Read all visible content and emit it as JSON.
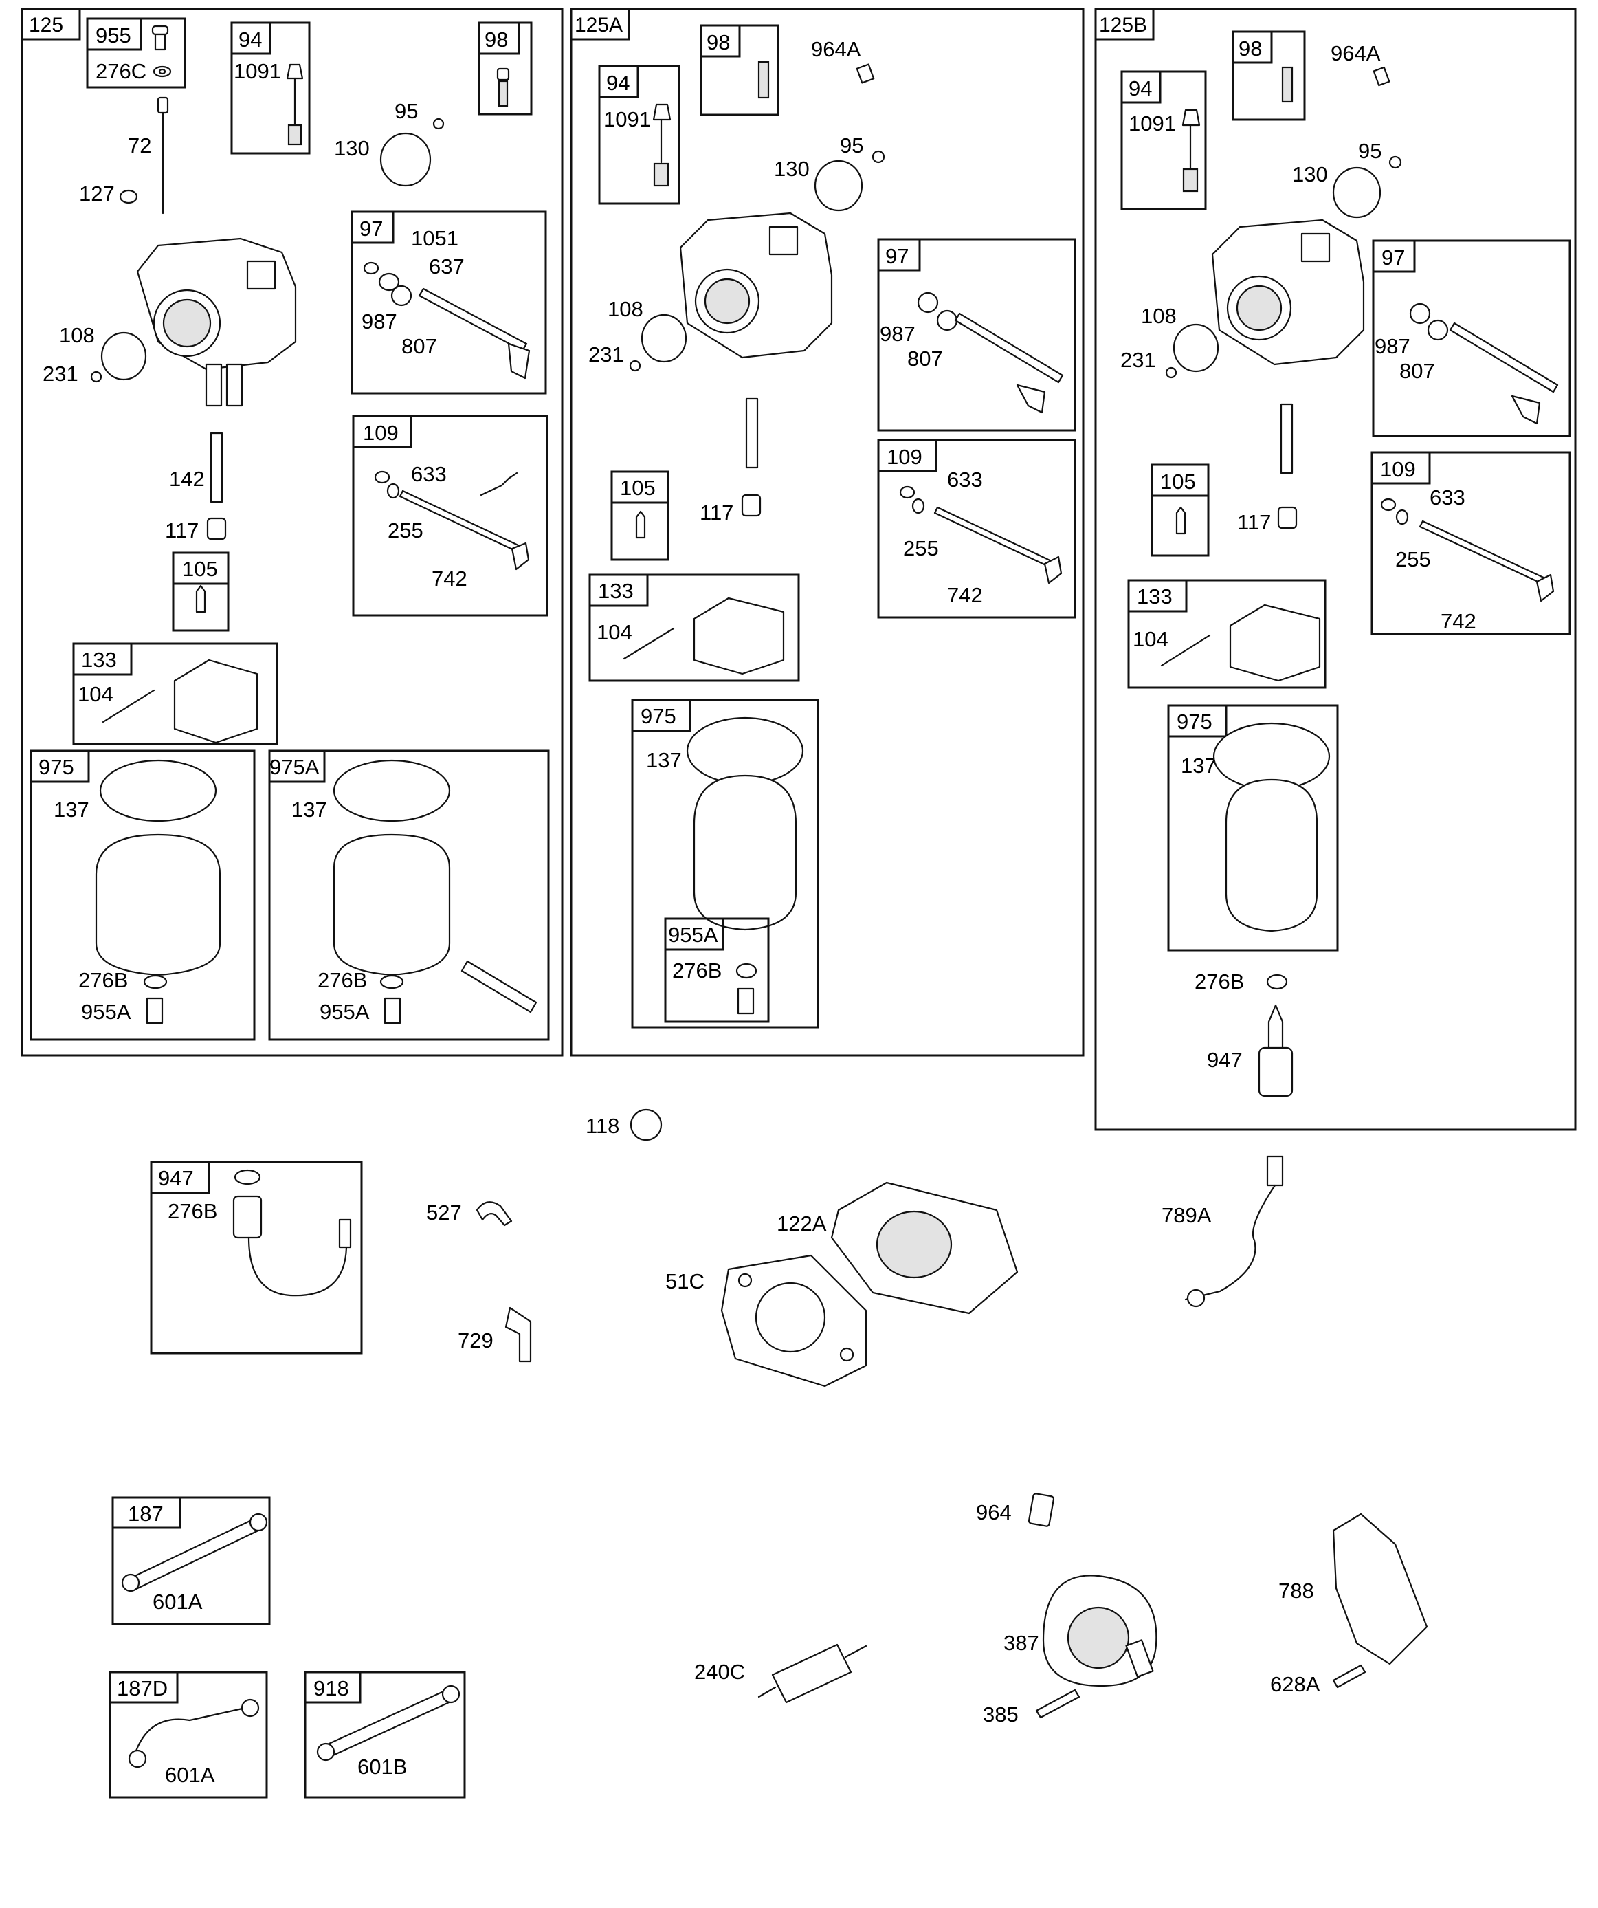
{
  "diagram": {
    "groups": {
      "g125": "125",
      "g125A": "125A",
      "g125B": "125B"
    },
    "kits": {
      "k955_a": "955",
      "k94_a": "94",
      "k98_a": "98",
      "k97_a": "97",
      "k109_a": "109",
      "k105_a": "105",
      "k133_a": "133",
      "k975_a": "975",
      "k975A_a": "975A",
      "k98_b": "98",
      "k94_b": "94",
      "k97_b": "97",
      "k105_b": "105",
      "k109_b": "109",
      "k133_b": "133",
      "k975_b": "975",
      "k955A_b": "955A",
      "k98_c": "98",
      "k94_c": "94",
      "k97_c": "97",
      "k105_c": "105",
      "k109_c": "109",
      "k133_c": "133",
      "k975_c": "975",
      "k947": "947",
      "k187": "187",
      "k187D": "187D",
      "k918": "918"
    },
    "labels": {
      "p276C_a": "276C",
      "p1091_a": "1091",
      "p72": "72",
      "p127": "127",
      "p95_a": "95",
      "p130_a": "130",
      "p1051": "1051",
      "p637": "637",
      "p987_a": "987",
      "p807_a": "807",
      "p108_a": "108",
      "p231_a": "231",
      "p142": "142",
      "p117_a": "117",
      "p633_a": "633",
      "p255_a": "255",
      "p742_a": "742",
      "p104_a": "104",
      "p137_a": "137",
      "p276B_a": "276B",
      "p955A_a": "955A",
      "p137_a2": "137",
      "p276B_a2": "276B",
      "p955A_a2": "955A",
      "p964A_b": "964A",
      "p1091_b": "1091",
      "p95_b": "95",
      "p130_b": "130",
      "p108_b": "108",
      "p231_b": "231",
      "p987_b": "987",
      "p807_b": "807",
      "p117_b": "117",
      "p633_b": "633",
      "p255_b": "255",
      "p742_b": "742",
      "p104_b": "104",
      "p137_b": "137",
      "p276B_b": "276B",
      "p964A_c": "964A",
      "p1091_c": "1091",
      "p95_c": "95",
      "p130_c": "130",
      "p108_c": "108",
      "p231_c": "231",
      "p987_c": "987",
      "p807_c": "807",
      "p117_c": "117",
      "p633_c": "633",
      "p255_c": "255",
      "p742_c": "742",
      "p104_c": "104",
      "p137_c": "137",
      "p276B_c": "276B",
      "p947_c": "947",
      "p118": "118",
      "p276B_d": "276B",
      "p527": "527",
      "p729": "729",
      "p122A": "122A",
      "p51C": "51C",
      "p789A": "789A",
      "p601A_a": "601A",
      "p601A_b": "601A",
      "p601B": "601B",
      "p964": "964",
      "p240C": "240C",
      "p387": "387",
      "p385": "385",
      "p788": "788",
      "p628A": "628A"
    }
  }
}
